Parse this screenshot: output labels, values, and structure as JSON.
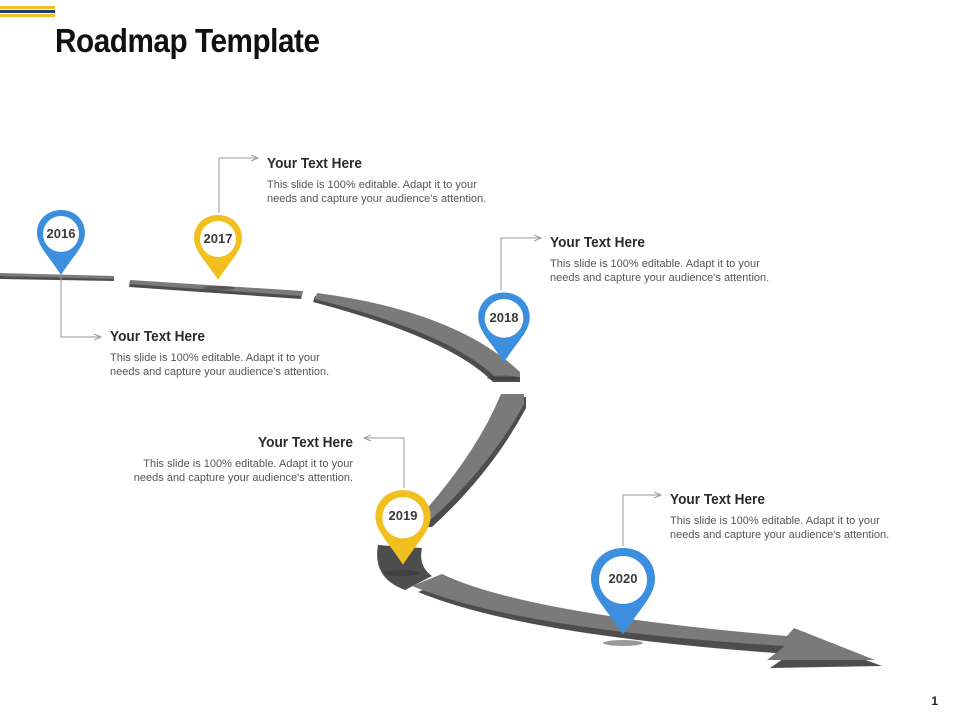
{
  "title": "Roadmap Template",
  "page_number": "1",
  "colors": {
    "blue": "#3c8fde",
    "yellow": "#f2c01e",
    "road": "#7a7a7a",
    "road_side": "#4d4d4d",
    "corner_stripe_1": "#f2c01e",
    "corner_stripe_2": "#1f3d7a"
  },
  "milestones": [
    {
      "year": "2016",
      "color": "blue",
      "heading": "Your Text Here",
      "body_line1": "This slide is 100% editable. Adapt it to your",
      "body_line2": "needs and capture your audience's attention."
    },
    {
      "year": "2017",
      "color": "yellow",
      "heading": "Your Text Here",
      "body_line1": "This slide is 100% editable. Adapt it to your",
      "body_line2": "needs and capture your audience's attention."
    },
    {
      "year": "2018",
      "color": "blue",
      "heading": "Your Text Here",
      "body_line1": "This slide is 100% editable. Adapt it to your",
      "body_line2": "needs and capture your audience's attention."
    },
    {
      "year": "2019",
      "color": "yellow",
      "heading": "Your Text Here",
      "body_line1": "This slide is 100% editable. Adapt it to your",
      "body_line2": "needs and capture your audience's attention."
    },
    {
      "year": "2020",
      "color": "blue",
      "heading": "Your Text Here",
      "body_line1": "This slide is 100% editable. Adapt it to your",
      "body_line2": "needs and capture your audience's attention."
    }
  ]
}
